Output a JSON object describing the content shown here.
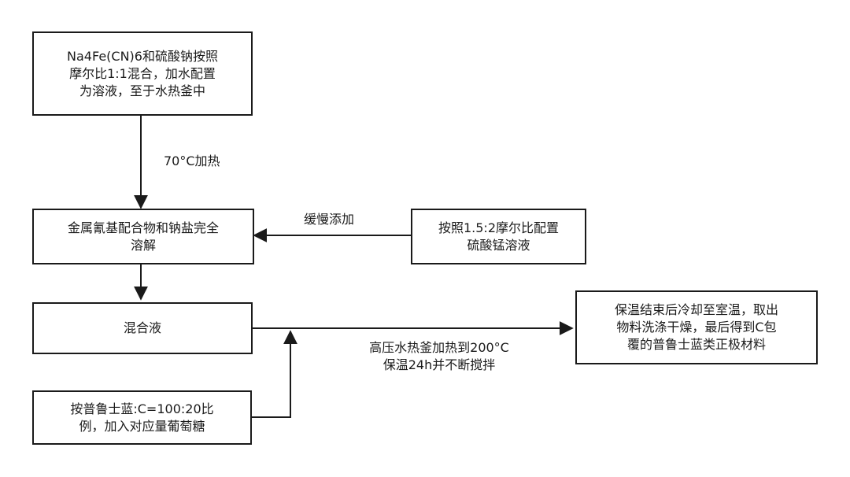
{
  "nodes": {
    "step1": {
      "lines": [
        "Na4Fe(CN)6和硫酸钠按照",
        "摩尔比1:1混合，加水配置",
        "为溶液，至于水热釜中"
      ]
    },
    "step2": {
      "lines": [
        "金属氰基配合物和钠盐完全",
        "溶解"
      ]
    },
    "mn_solution": {
      "lines": [
        "按照1.5:2摩尔比配置",
        "硫酸锰溶液"
      ]
    },
    "step3": {
      "lines": [
        "混合液"
      ]
    },
    "glucose": {
      "lines": [
        "按普鲁士蓝:C=100:20比",
        "例，加入对应量葡萄糖"
      ]
    },
    "result": {
      "lines": [
        "保温结束后冷却至室温，取出",
        "物料洗涤干燥，最后得到C包",
        "覆的普鲁士蓝类正极材料"
      ]
    }
  },
  "edge_labels": {
    "heat_70": "70°C加热",
    "slow_add": "缓慢添加",
    "hydrothermal": [
      "高压水热釜加热到200°C",
      "保温24h并不断搅拌"
    ]
  },
  "colors": {
    "stroke": "#1a1a1a",
    "text": "#1a1a1a",
    "background": "#ffffff"
  }
}
